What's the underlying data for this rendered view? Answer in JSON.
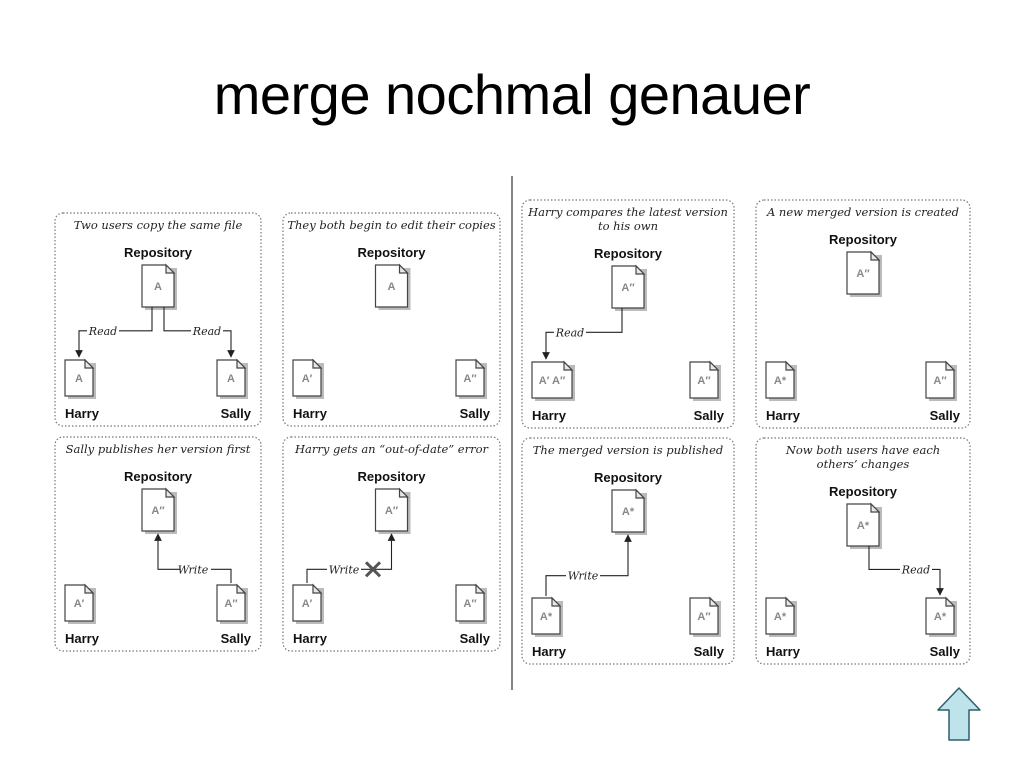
{
  "title": "merge nochmal genauer",
  "panels": [
    {
      "caption": [
        "Two users copy the same file"
      ],
      "repo_label": "Repository",
      "repo_doc": "A",
      "harry_label": "Harry",
      "harry_doc": "A",
      "sally_label": "Sally",
      "sally_doc": "A",
      "arrows": [
        {
          "kind": "read-harry",
          "label": "Read"
        },
        {
          "kind": "read-sally",
          "label": "Read"
        }
      ]
    },
    {
      "caption": [
        "They both begin to edit their copies"
      ],
      "repo_label": "Repository",
      "repo_doc": "A",
      "harry_label": "Harry",
      "harry_doc": "A′",
      "sally_label": "Sally",
      "sally_doc": "A″",
      "arrows": []
    },
    {
      "caption": [
        "Sally publishes her version first"
      ],
      "repo_label": "Repository",
      "repo_doc": "A″",
      "harry_label": "Harry",
      "harry_doc": "A′",
      "sally_label": "Sally",
      "sally_doc": "A″",
      "arrows": [
        {
          "kind": "write-sally",
          "label": "Write"
        }
      ]
    },
    {
      "caption": [
        "Harry gets an “out-of-date” error"
      ],
      "repo_label": "Repository",
      "repo_doc": "A″",
      "harry_label": "Harry",
      "harry_doc": "A′",
      "sally_label": "Sally",
      "sally_doc": "A″",
      "arrows": [
        {
          "kind": "write-harry-blocked",
          "label": "Write"
        }
      ]
    },
    {
      "caption": [
        "Harry compares the latest version",
        "to his own"
      ],
      "repo_label": "Repository",
      "repo_doc": "A″",
      "harry_label": "Harry",
      "harry_doc": "A′ A″",
      "sally_label": "Sally",
      "sally_doc": "A″",
      "arrows": [
        {
          "kind": "read-harry",
          "label": "Read"
        }
      ]
    },
    {
      "caption": [
        "A new merged version is created"
      ],
      "repo_label": "Repository",
      "repo_doc": "A″",
      "harry_label": "Harry",
      "harry_doc": "A*",
      "sally_label": "Sally",
      "sally_doc": "A″",
      "arrows": []
    },
    {
      "caption": [
        "The merged version is published"
      ],
      "repo_label": "Repository",
      "repo_doc": "A*",
      "harry_label": "Harry",
      "harry_doc": "A*",
      "sally_label": "Sally",
      "sally_doc": "A″",
      "arrows": [
        {
          "kind": "write-harry",
          "label": "Write"
        }
      ]
    },
    {
      "caption": [
        "Now both users have each",
        "others’ changes"
      ],
      "repo_label": "Repository",
      "repo_doc": "A*",
      "harry_label": "Harry",
      "harry_doc": "A*",
      "sally_label": "Sally",
      "sally_doc": "A*",
      "arrows": [
        {
          "kind": "read-sally",
          "label": "Read"
        }
      ]
    }
  ],
  "nav": {
    "up_icon": "up-arrow-icon",
    "up_color": "#bfe3ea"
  }
}
